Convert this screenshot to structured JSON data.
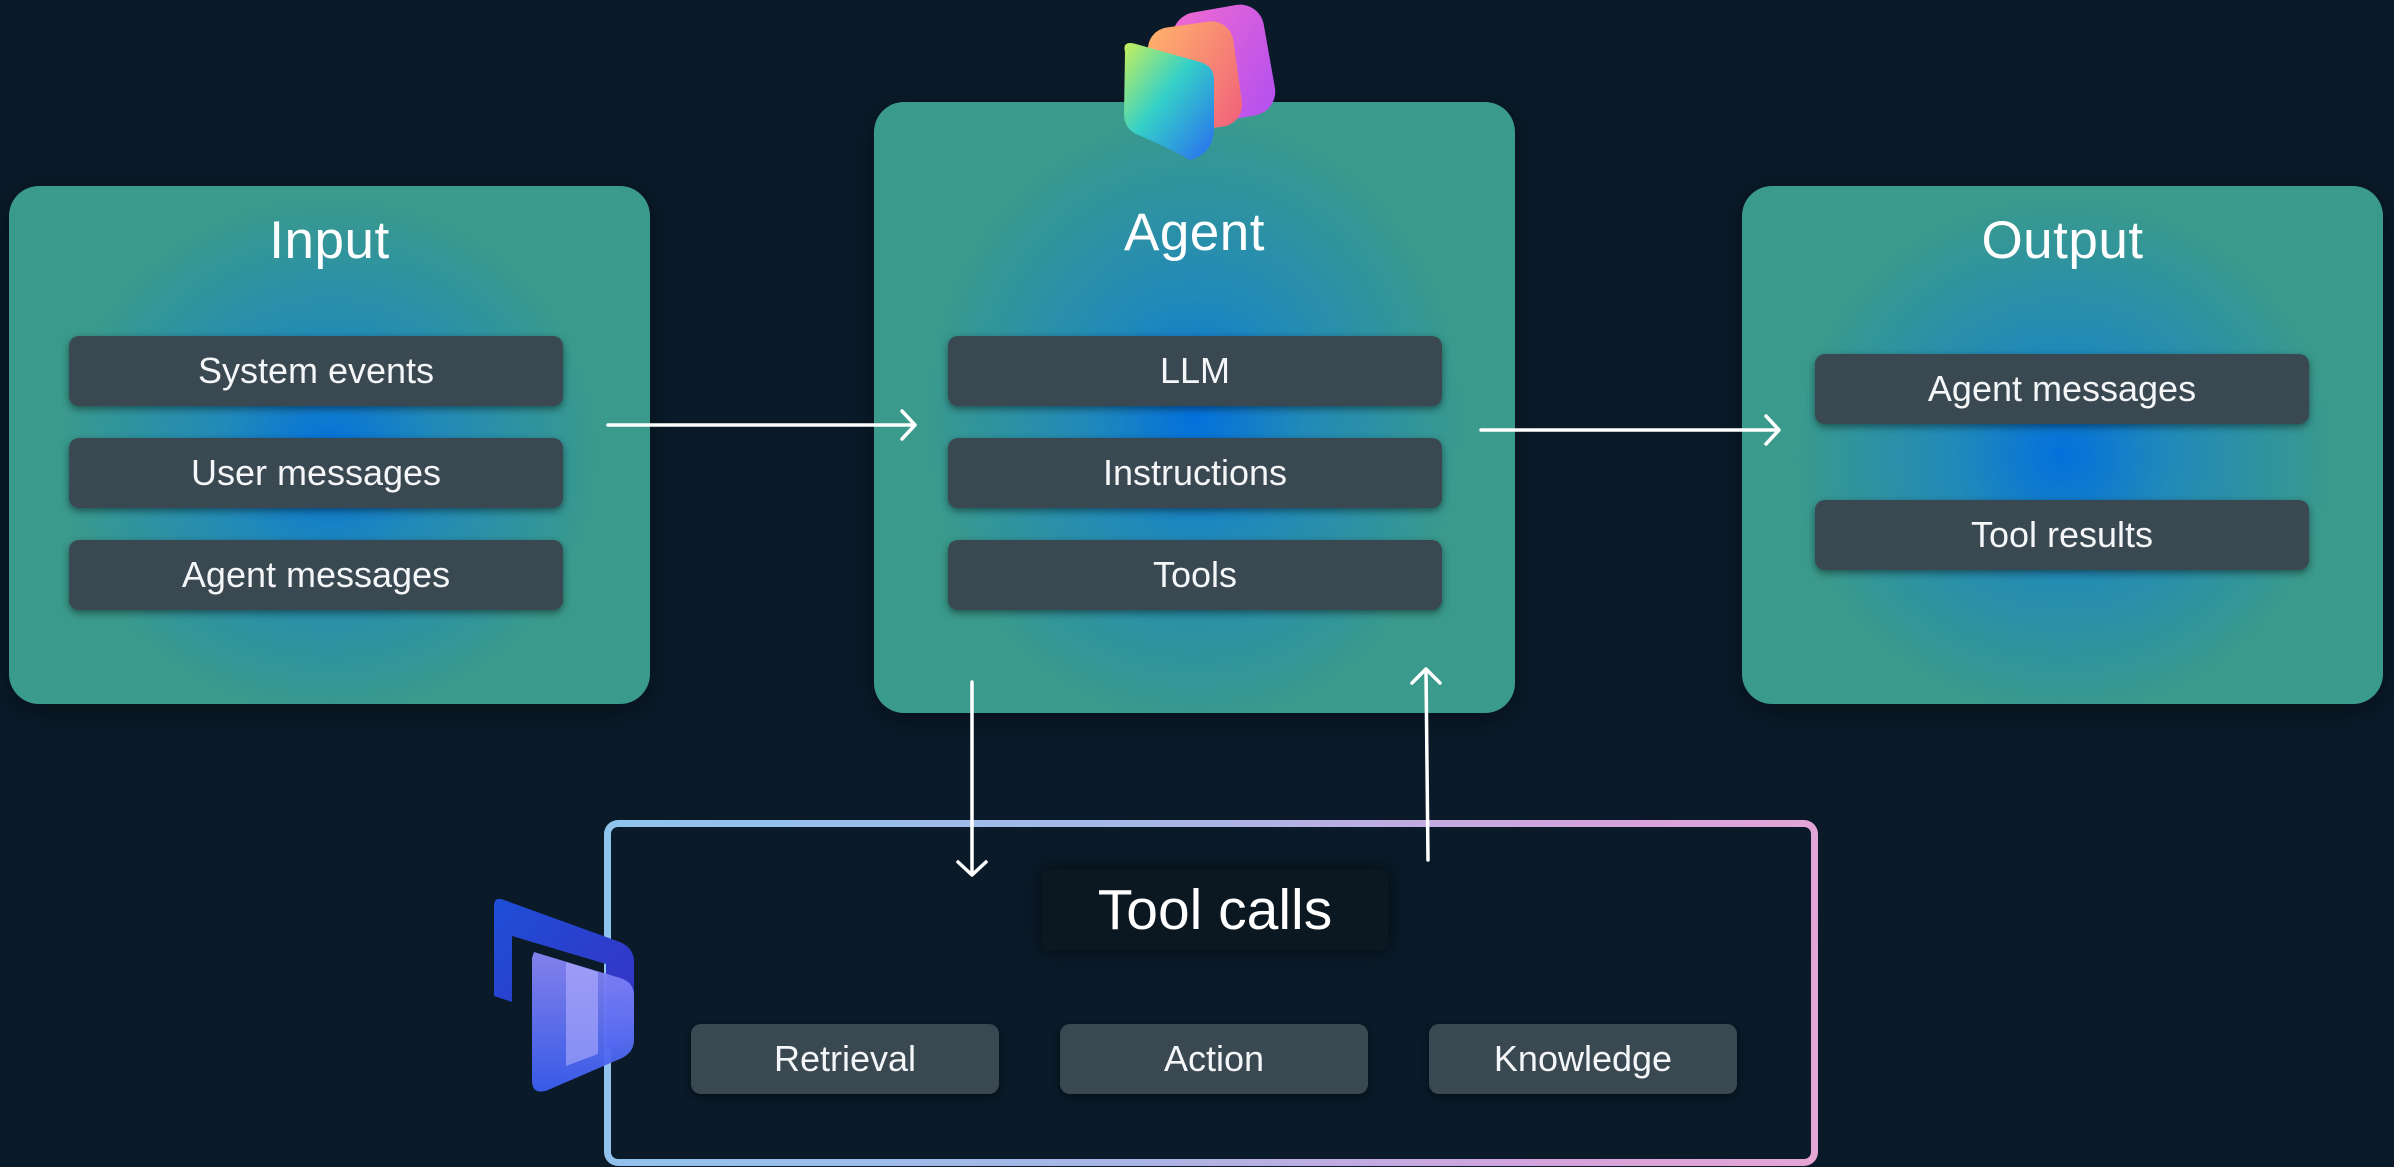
{
  "input": {
    "title": "Input",
    "items": [
      "System events",
      "User messages",
      "Agent messages"
    ]
  },
  "agent": {
    "title": "Agent",
    "items": [
      "LLM",
      "Instructions",
      "Tools"
    ]
  },
  "output": {
    "title": "Output",
    "items": [
      "Agent messages",
      "Tool results"
    ]
  },
  "tool_calls": {
    "title": "Tool calls",
    "items": [
      "Retrieval",
      "Action",
      "Knowledge"
    ]
  },
  "icons": {
    "agent_logo": "copilot-logo-icon",
    "tool_logo": "dynamics-logo-icon"
  },
  "colors": {
    "background": "#0a1a28",
    "panel_teal": "#3a9a8c",
    "panel_glow": "#006ee1",
    "pill": "#3a4852",
    "arrow": "#ffffff"
  }
}
